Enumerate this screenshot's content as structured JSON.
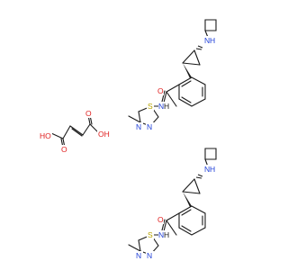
{
  "colors": {
    "bond": "#1a1a1a",
    "nitrogen": "#1f3fd8",
    "sulfur": "#b8a400",
    "oxygen": "#e02020",
    "background": "#ffffff"
  },
  "molecules": {
    "top": {
      "amine_N": "N",
      "amine_H": "H",
      "carbonyl_O": "O",
      "amide_N": "N",
      "amide_H": "H",
      "thiadiazole_S": "S",
      "thiadiazole_N1": "N",
      "thiadiazole_N2": "N"
    },
    "bottom": {
      "amine_N": "N",
      "amine_H": "H",
      "carbonyl_O": "O",
      "amide_N": "N",
      "amide_H": "H",
      "thiadiazole_S": "S",
      "thiadiazole_N1": "N",
      "thiadiazole_N2": "N"
    },
    "fumaric_acid": {
      "left_OH": "HO",
      "left_O": "O",
      "right_OH": "OH",
      "right_O": "O"
    }
  }
}
